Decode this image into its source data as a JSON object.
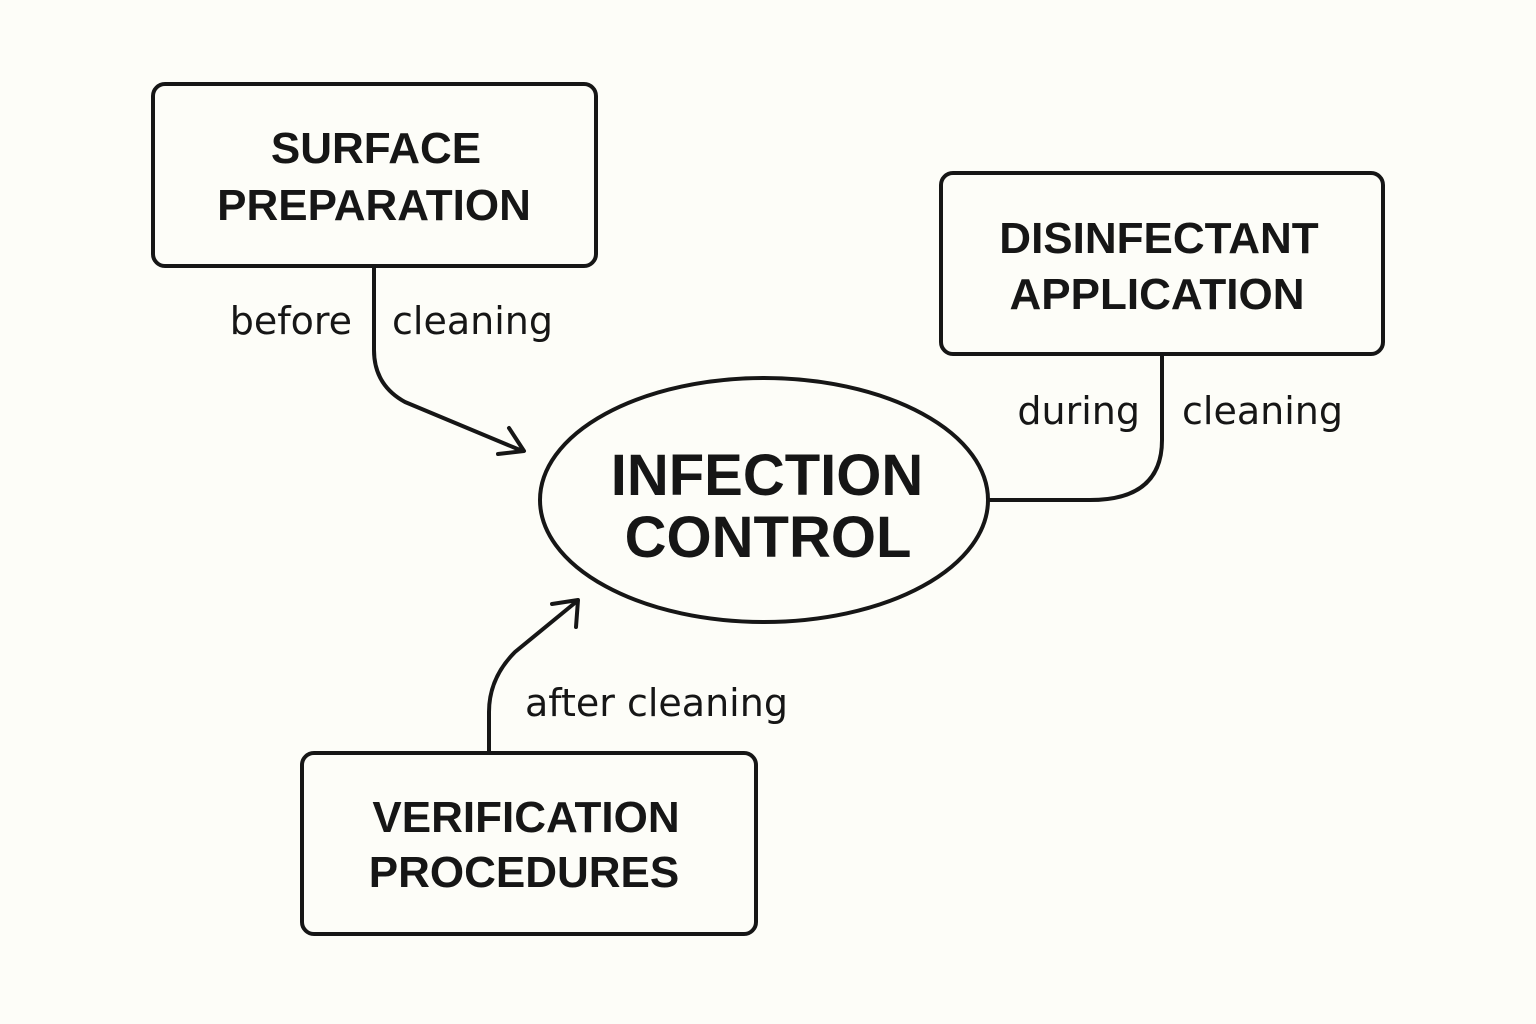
{
  "diagram": {
    "center": {
      "line1": "INFECTION",
      "line2": "CONTROL"
    },
    "nodes": {
      "surface": {
        "line1": "SURFACE",
        "line2": "PREPARATION"
      },
      "disinfectant": {
        "line1": "DISINFECTANT",
        "line2": "APPLICATION"
      },
      "verification": {
        "line1": "VERIFICATION",
        "line2": "PROCEDURES"
      }
    },
    "edges": {
      "surface": {
        "label_left": "before",
        "label_right": "cleaning"
      },
      "disinfectant": {
        "label_left": "during",
        "label_right": "cleaning"
      },
      "verification": {
        "label": "after cleaning"
      }
    }
  }
}
